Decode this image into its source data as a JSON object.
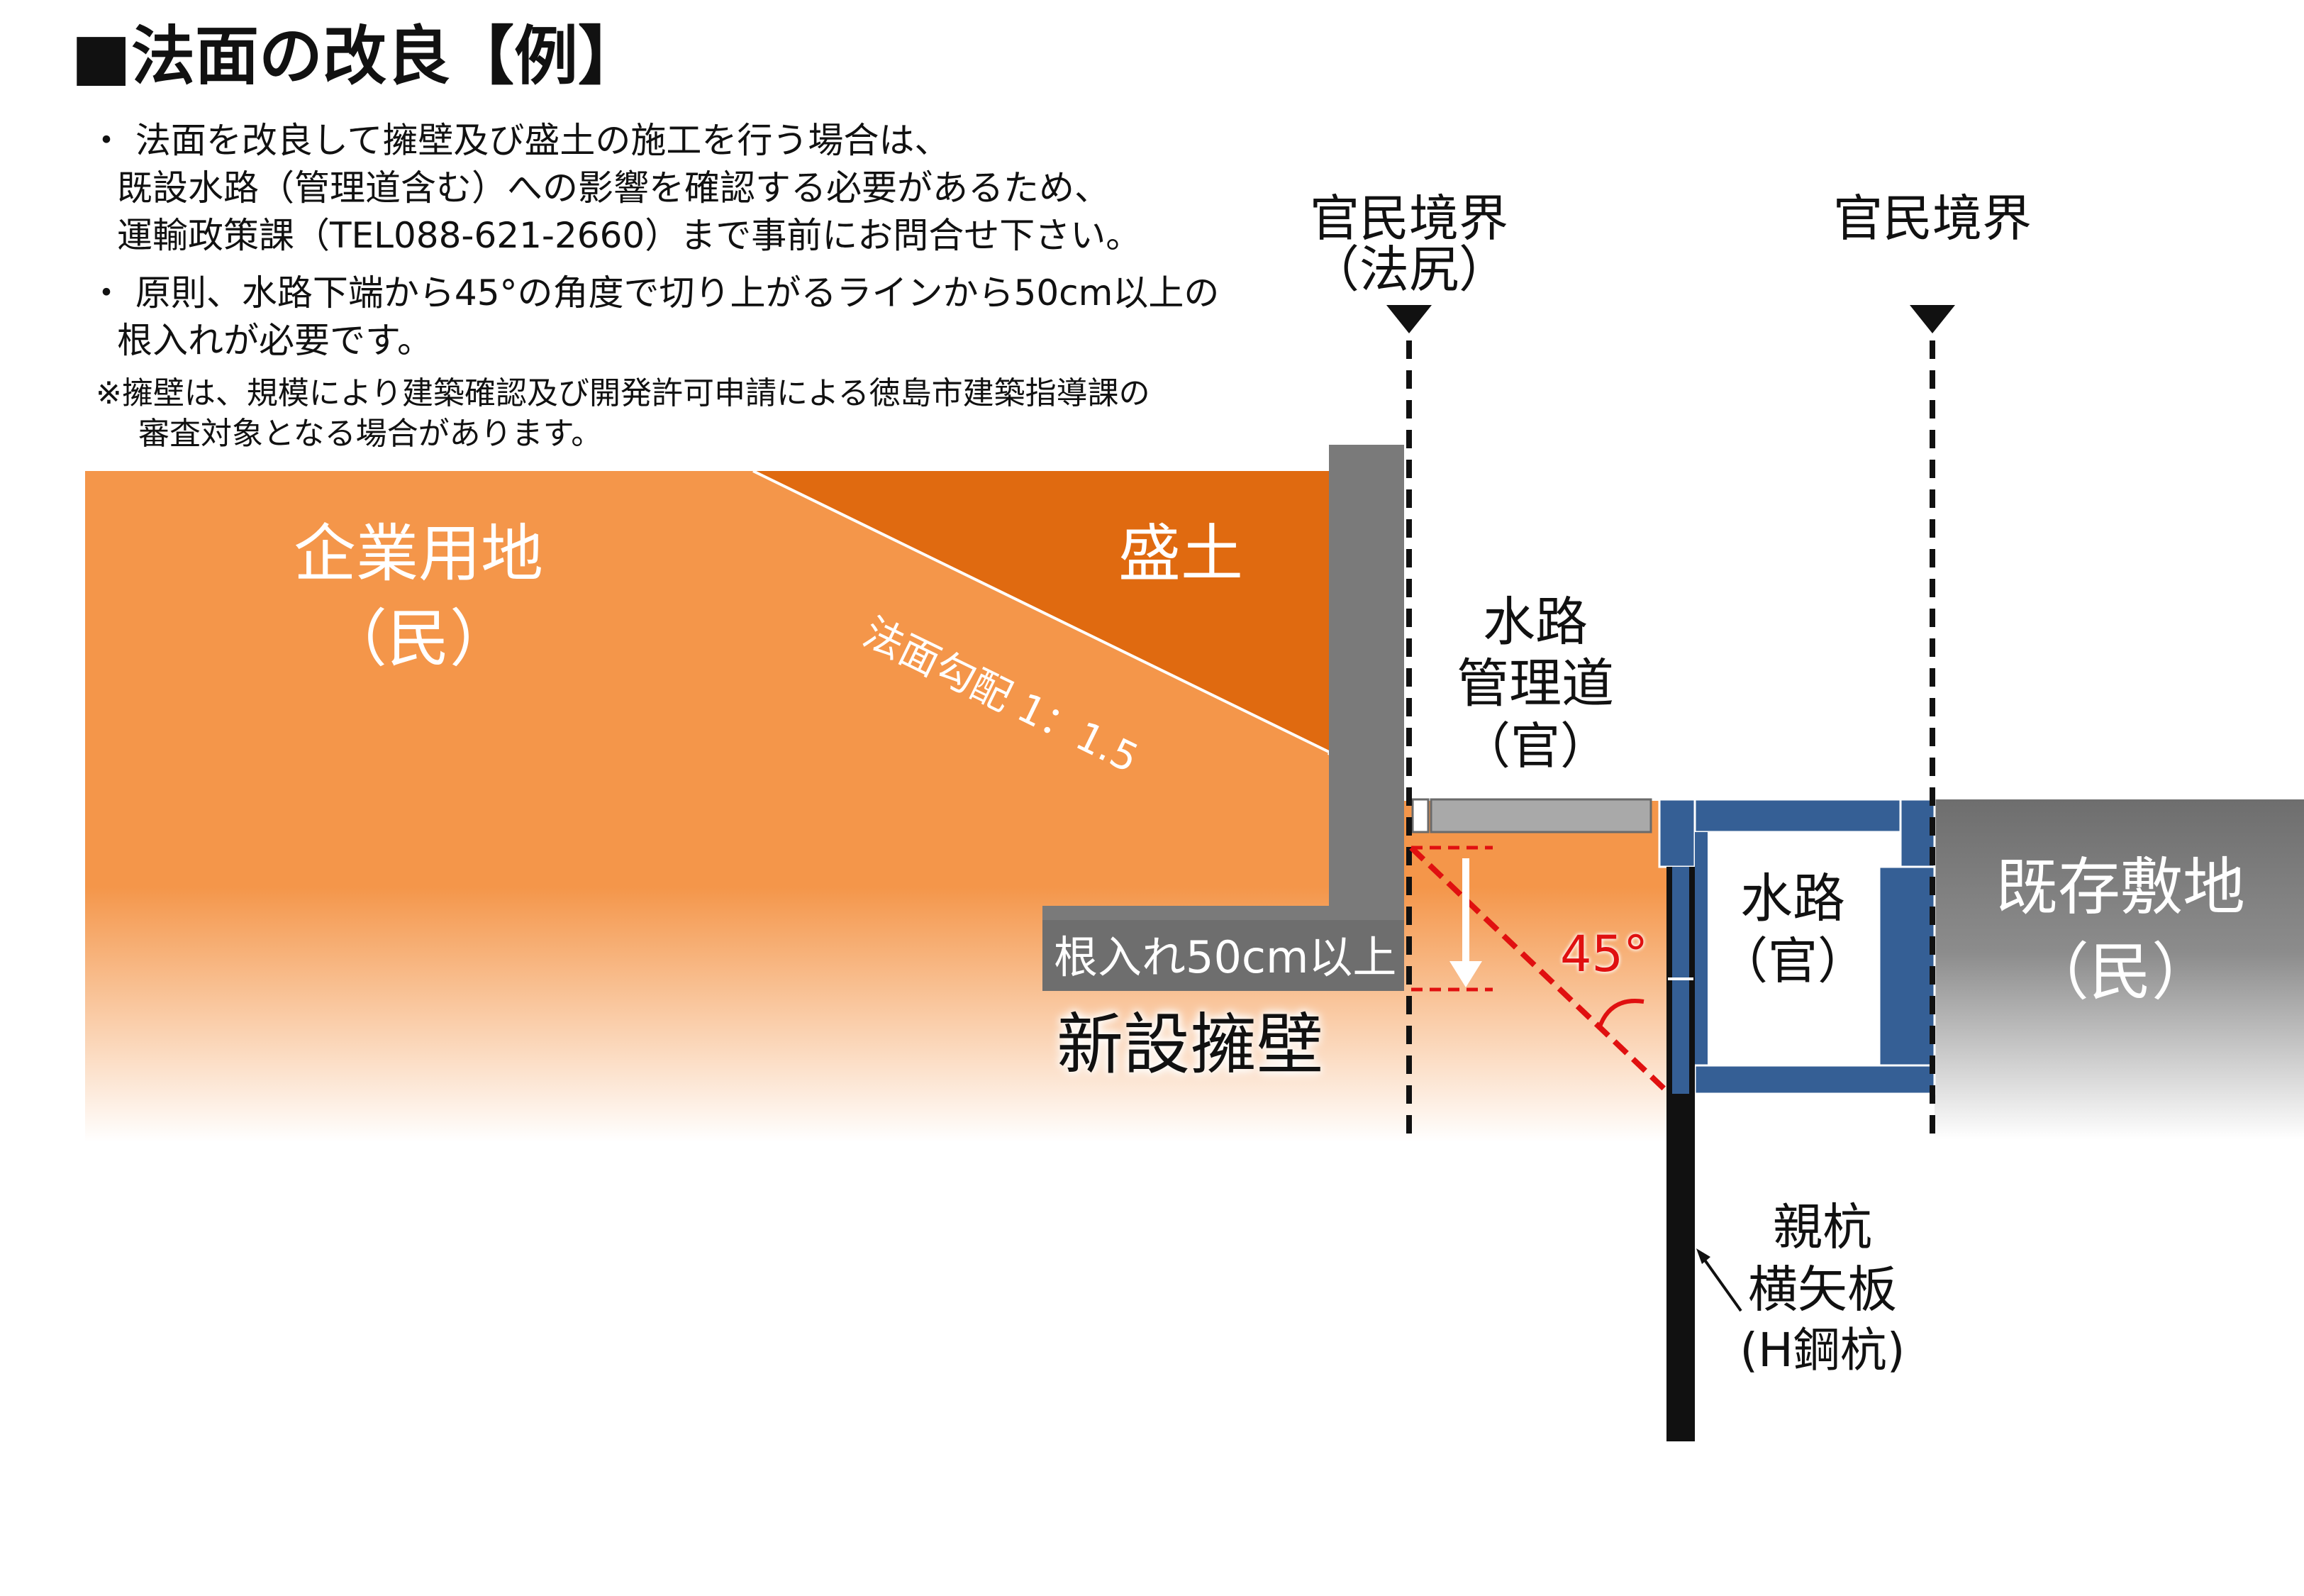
{
  "title": "■法面の改良【例】",
  "notes": {
    "note1_line1": "・ 法面を改良して擁壁及び盛土の施工を行う場合は、",
    "note1_line2": "既設水路（管理道含む）への影響を確認する必要があるため、",
    "note1_line3": "運輸政策課（TEL088-621-2660）まで事前にお問合せ下さい。",
    "note2_line1": "・ 原則、水路下端から45°の角度で切り上がるラインから50cm以上の",
    "note2_line2": "根入れが必要です。",
    "note3_line1": "※擁壁は、規模により建築確認及び開発許可申請による徳島市建築指導課の",
    "note3_line2": "審査対象となる場合があります。"
  },
  "boundaries": {
    "left_label_line1": "官民境界",
    "left_label_line2": "（法尻）",
    "right_label": "官民境界"
  },
  "labels": {
    "company_land_line1": "企業用地",
    "company_land_line2": "（民）",
    "fill": "盛土",
    "slope": "法面勾配 1：1.5",
    "waterway_road_line1": "水路",
    "waterway_road_line2": "管理道",
    "waterway_road_line3": "（官）",
    "waterway_line1": "水路",
    "waterway_line2": "（官）",
    "existing_line1": "既存敷地",
    "existing_line2": "（民）",
    "embed": "根入れ50cm以上",
    "angle": "45°",
    "new_wall": "新設擁壁",
    "pile_line1": "親杭",
    "pile_line2": "横矢板",
    "pile_line3": "(H鋼杭)"
  },
  "colors": {
    "ground": "#f4964a",
    "fill": "#e06a10",
    "wall": "#7a7a7a",
    "channel": "#355f95",
    "red": "#e01010",
    "existing": "#6e6e6e"
  }
}
